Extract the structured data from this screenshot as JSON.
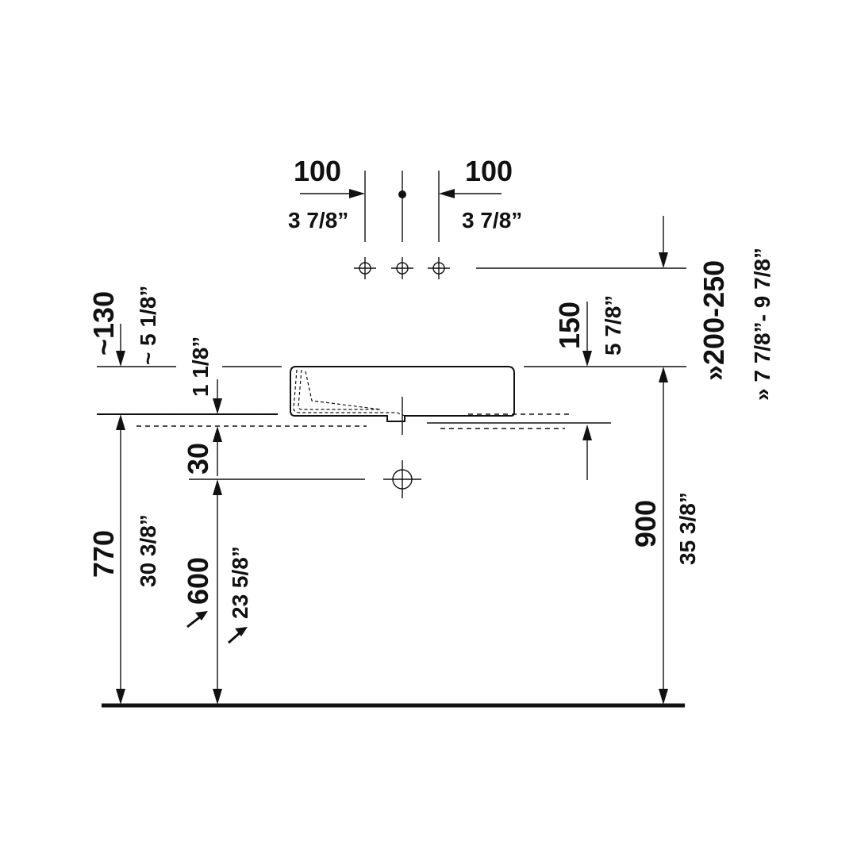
{
  "dimensions": {
    "tap_left": {
      "mm": "100",
      "inch": "3 7/8”"
    },
    "tap_right": {
      "mm": "100",
      "inch": "3 7/8”"
    },
    "basin_offset": {
      "mm": "~130",
      "inch": "~ 5 1/8”"
    },
    "basin_height": {
      "mm": "150",
      "inch": "5 7/8”"
    },
    "tap_height": {
      "mm": "»200-250",
      "inch": "» 7 7/8”- 9 7/8”"
    },
    "rim_drop": {
      "inch": "1 1/8”"
    },
    "waste_offset": {
      "mm": "30"
    },
    "counter_height": {
      "mm": "770",
      "inch": "30 3/8”"
    },
    "waste_height": {
      "mm": "600",
      "inch": "23 5/8”"
    },
    "rim_height": {
      "mm": "900",
      "inch": "35 3/8”"
    }
  }
}
